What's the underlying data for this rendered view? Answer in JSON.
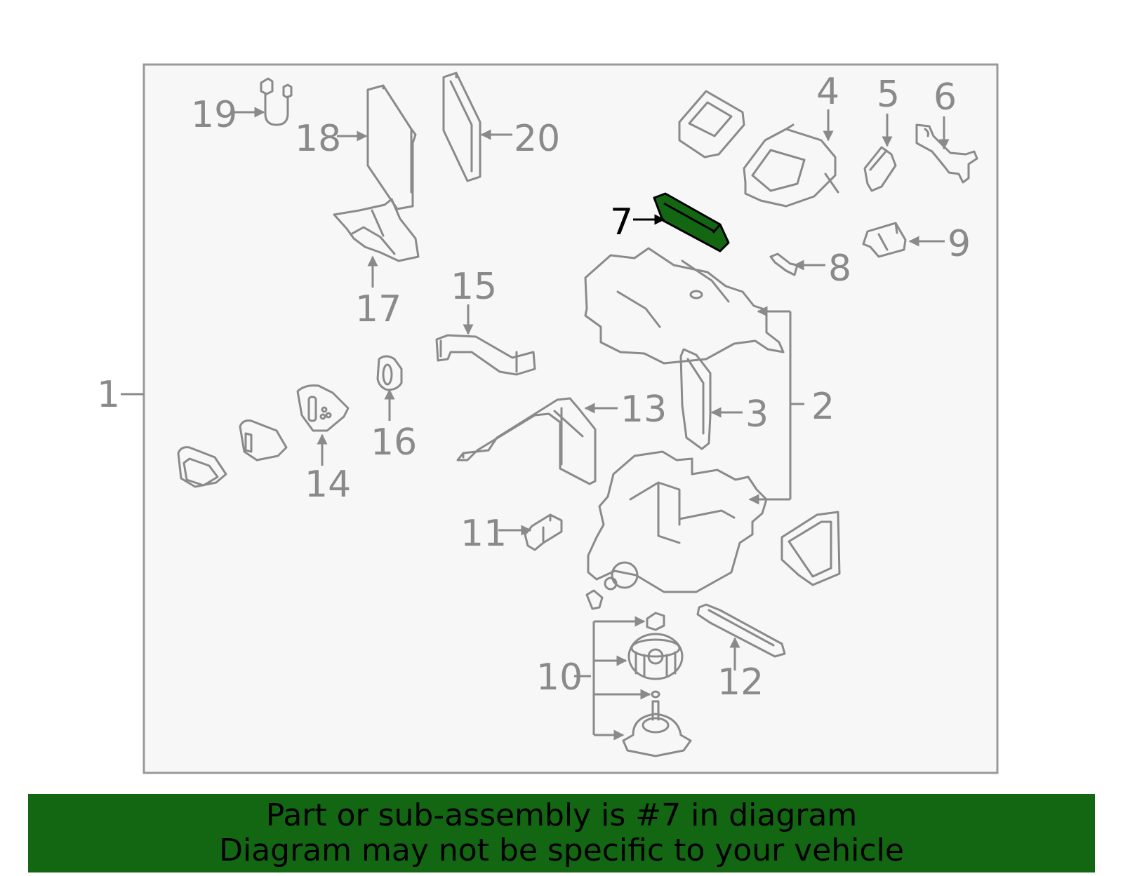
{
  "highlight": {
    "part": "7",
    "color": "#136612"
  },
  "callouts": [
    "1",
    "2",
    "3",
    "4",
    "5",
    "6",
    "7",
    "8",
    "9",
    "10",
    "11",
    "12",
    "13",
    "14",
    "15",
    "16",
    "17",
    "18",
    "19",
    "20"
  ],
  "footer": {
    "line1": "Part or sub-assembly is #7 in diagram",
    "line2": "Diagram may not be specific to your vehicle"
  }
}
